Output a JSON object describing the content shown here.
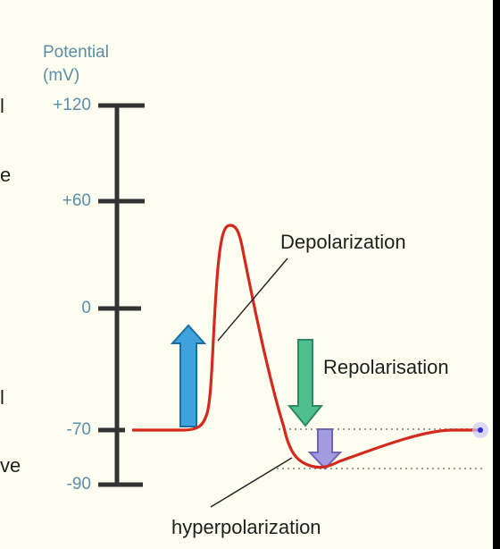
{
  "axis": {
    "title_line1": "Potential",
    "title_line2": "(mV)",
    "ticks": [
      "+120",
      "+60",
      "0",
      "-70",
      "-90"
    ]
  },
  "labels": {
    "depolarization": "Depolarization",
    "repolarisation": "Repolarisation",
    "hyperpolarization": "hyperpolarization"
  },
  "left_edge_fragments": [
    "l",
    "e",
    "l",
    "ve"
  ],
  "colors": {
    "curve": "#d42a1e",
    "depolarization_arrow": "#3fa2dc",
    "repolarisation_arrow": "#4fbf8e",
    "hyperpolarization_arrow": "#a59be0",
    "axis_text": "#5b8ea8"
  },
  "chart_data": {
    "type": "line",
    "ylabel": "Potential (mV)",
    "yticks": [
      120,
      60,
      0,
      -70,
      -90
    ],
    "reference_lines": [
      -70,
      -90
    ],
    "series": [
      {
        "values_mV": [
          -70,
          -70,
          -68,
          -40,
          40,
          40,
          -20,
          -70,
          -85,
          -84,
          -78,
          -72,
          -70
        ]
      }
    ]
  }
}
